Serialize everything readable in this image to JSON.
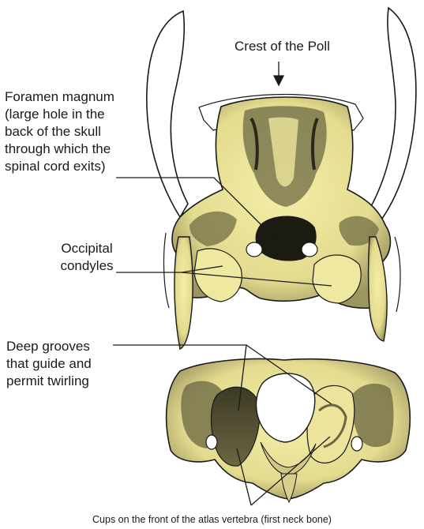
{
  "labels": {
    "crest": "Crest of the Poll",
    "foramen": [
      "Foramen magnum",
      "(large hole in the",
      "back of the skull",
      "through which the",
      "spinal cord exits)"
    ],
    "condyles": [
      "Occipital",
      "condyles"
    ],
    "grooves": [
      "Deep grooves",
      "that guide and",
      "permit twirling"
    ],
    "cups": "Cups on the front of the atlas vertebra (first neck bone)"
  },
  "colors": {
    "bone": "#f2eca2",
    "bone_shadow": "#5a5636",
    "outline": "#1a1a1a",
    "leader": "#1a1a1a"
  }
}
